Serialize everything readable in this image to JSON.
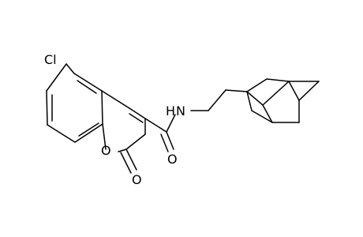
{
  "labels": {
    "chlorine": "Cl",
    "amide_nitrogen": "N",
    "amide_hydrogen": "H",
    "ring_oxygen": "O",
    "lactone_carbonyl_oxygen": "O",
    "amide_carbonyl_oxygen": "O"
  },
  "colors": {
    "bond": "#000000",
    "label": "#000000",
    "background": "#ffffff"
  }
}
